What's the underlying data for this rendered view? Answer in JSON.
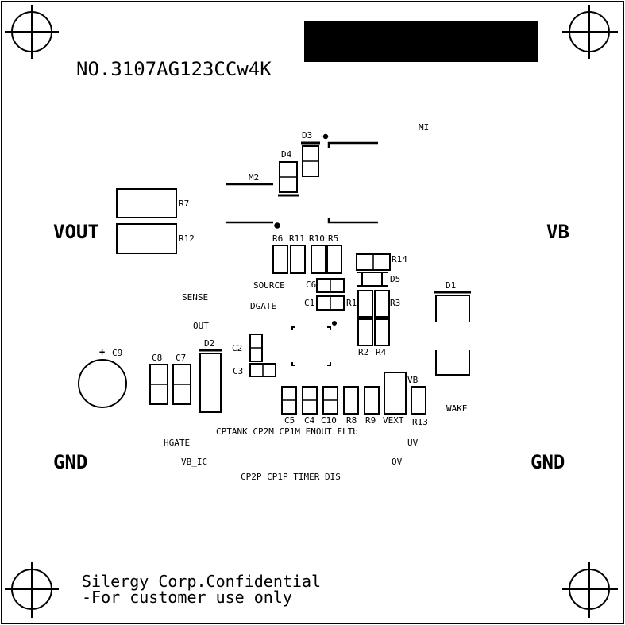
{
  "board": {
    "part_number": "NO.3107AG123CCw4K",
    "confidential_line1": "Silergy Corp.Confidential",
    "confidential_line2": "-For customer use only"
  },
  "edge_labels": {
    "vout": "VOUT",
    "vb": "VB",
    "gnd_left": "GND",
    "gnd_right": "GND"
  },
  "components": {
    "m1": "MI",
    "m2": "M2",
    "d1": "D1",
    "d2": "D2",
    "d3": "D3",
    "d4": "D4",
    "d5": "D5",
    "r1": "R1",
    "r2": "R2",
    "r3": "R3",
    "r4": "R4",
    "r5": "R5",
    "r6": "R6",
    "r7": "R7",
    "r8": "R8",
    "r9": "R9",
    "r10": "R10",
    "r11": "R11",
    "r12": "R12",
    "r13": "R13",
    "r14": "R14",
    "c1": "C1",
    "c2": "C2",
    "c3": "C3",
    "c4": "C4",
    "c5": "C5",
    "c6": "C6",
    "c7": "C7",
    "c8": "C8",
    "c9": "C9",
    "c10": "C10",
    "c9_plus": "+"
  },
  "testpoints": {
    "source": "SOURCE",
    "dgate": "DGATE",
    "sense": "SENSE",
    "out": "OUT",
    "hgate": "HGATE",
    "vb_ic": "VB_IC",
    "vext": "VEXT",
    "vb": "VB",
    "wake": "WAKE",
    "uv": "UV",
    "ov": "OV",
    "row1": "CPTANK CP2M CP1M ENOUT FLTb",
    "row2": "CP2P CP1P TIMER DIS"
  }
}
